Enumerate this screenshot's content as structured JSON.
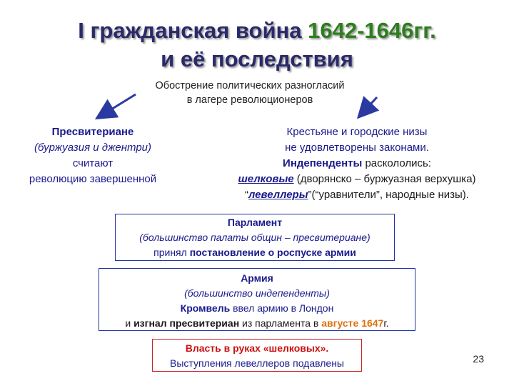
{
  "title": {
    "line1_prefix": "I гражданская война ",
    "line1_years": "1642-1646гг.",
    "line2": "и её последствия"
  },
  "subtitle": {
    "line1": "Обострение политических разногласий",
    "line2": "в лагере революционеров"
  },
  "left": {
    "heading": "Пресвитериане",
    "line2": "(буржуазия и джентри)",
    "line3": "считают",
    "line4": "революцию завершенной"
  },
  "right": {
    "line1": "Крестьяне и городские низы",
    "line2": "не удовлетворены законами.",
    "line3_bold": "Индепенденты",
    "line3_rest": " раскололись:",
    "line4_term": "шелковые",
    "line4_rest": " (дворянско – буржуазная верхушка)",
    "line5_open": "“",
    "line5_term": "левеллеры",
    "line5_rest": "”(“уравнители”, народные низы)."
  },
  "parliament_box": {
    "heading": "Парламент",
    "line2": "(большинство палаты общин – пресвитериане)",
    "line3_prefix": "принял ",
    "line3_bold": "постановление о роспуске армии"
  },
  "army_box": {
    "heading": "Армия",
    "line2": "(большинство индепенденты)",
    "line3_bold": "Кромвель",
    "line3_rest": " ввел армию в Лондон",
    "line4_prefix": "и ",
    "line4_bold": "изгнал пресвитериан",
    "line4_mid": " из парламента в ",
    "line4_date": "августе 1647",
    "line4_suffix": "г."
  },
  "power_box": {
    "line1": "Власть в руках «шелковых».",
    "line2": "Выступления левеллеров подавлены"
  },
  "slide_number": "23"
}
